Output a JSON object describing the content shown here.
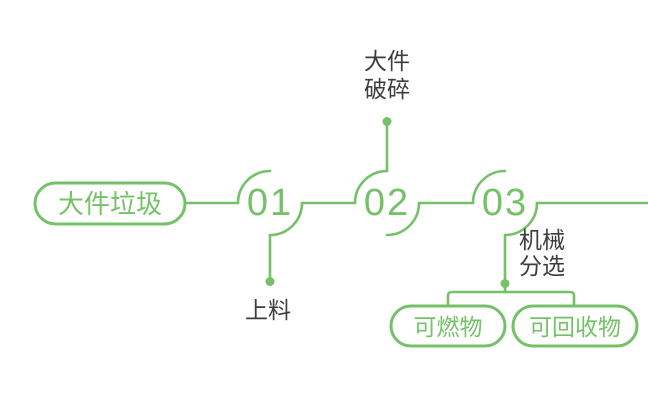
{
  "colors": {
    "accent_green": "#74c168",
    "text_dark": "#3d3d3d",
    "background": "#ffffff"
  },
  "diagram": {
    "source_label": "大件垃圾",
    "steps": [
      {
        "number": "01",
        "label_lines": [
          "上料"
        ]
      },
      {
        "number": "02",
        "label_lines": [
          "大件",
          "破碎"
        ]
      },
      {
        "number": "03",
        "label_lines": [
          "机械",
          "分选"
        ]
      }
    ],
    "outputs": [
      {
        "label": "可燃物"
      },
      {
        "label": "可回收物"
      }
    ]
  }
}
